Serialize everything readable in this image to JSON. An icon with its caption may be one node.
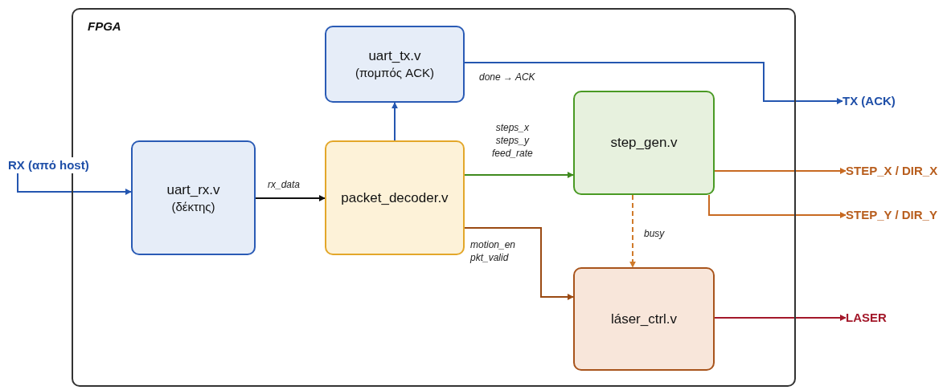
{
  "diagram": {
    "nodes": [
      {
        "text": [
          "FPGA"
        ]
      },
      {
        "text": [
          "uart_tx.v",
          "(πομπός ACK)"
        ],
        "in": 0
      },
      {
        "text": [
          "RX (από host)"
        ]
      },
      {
        "text": [
          "uart_rx.v",
          "(δέκτης)"
        ],
        "in": 0
      },
      {
        "text": [
          "packet_decoder.v"
        ],
        "in": 0
      },
      {
        "text": [
          "step_gen.v"
        ],
        "in": 0
      },
      {
        "text": [
          "TX (ACK)"
        ]
      },
      {
        "text": [
          "STEP_X / DIR_X"
        ]
      },
      {
        "text": [
          "STEP_Y / DIR_Y"
        ]
      },
      {
        "text": [
          "láser_ctrl.v"
        ],
        "in": 0
      },
      {
        "text": [
          "LASER"
        ]
      }
    ],
    "edges": [
      {
        "from": 2,
        "to": 3,
        "arrow": "to",
        "color": "#2456b0"
      },
      {
        "from": 3,
        "to": 4,
        "arrow": "to",
        "label": "rx_data",
        "color": "#111111"
      },
      {
        "from": 4,
        "to": 1,
        "arrow": "to",
        "color": "#2456b0"
      },
      {
        "from": 1,
        "to": 6,
        "arrow": "to",
        "label": "done → ACK",
        "color": "#2456b0"
      },
      {
        "from": 4,
        "to": 5,
        "arrow": "to",
        "label": "steps_x steps_y feed_rate",
        "color": "#3f8a1e"
      },
      {
        "from": 4,
        "to": 9,
        "arrow": "to",
        "label": "motion_en pkt_valid",
        "color": "#9a4a12"
      },
      {
        "from": 5,
        "to": 9,
        "arrow": "to",
        "label": "busy",
        "style": "dashed",
        "color": "#d07a2a"
      },
      {
        "from": 5,
        "to": 7,
        "arrow": "to",
        "color": "#c86a22"
      },
      {
        "from": 5,
        "to": 8,
        "arrow": "to",
        "color": "#c86a22"
      },
      {
        "from": 9,
        "to": 10,
        "arrow": "to",
        "color": "#a3182a"
      }
    ]
  }
}
